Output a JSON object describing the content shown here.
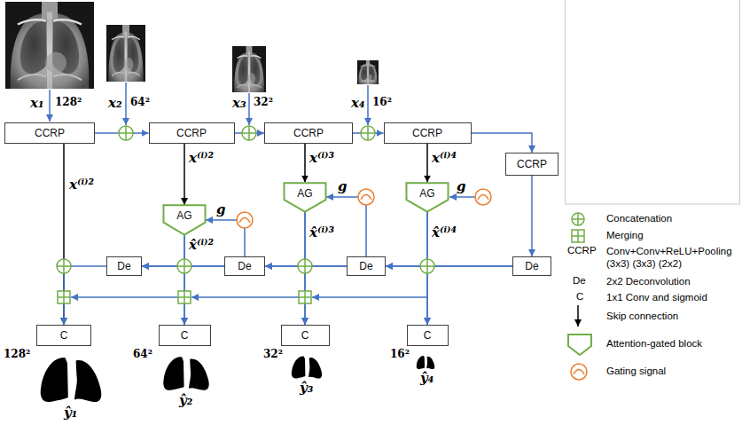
{
  "diagram": {
    "nodes": [
      {
        "text": [
          "CCRP"
        ]
      },
      {
        "text": [
          "CCRP"
        ]
      },
      {
        "text": [
          "CCRP"
        ]
      },
      {
        "text": [
          "CCRP"
        ]
      },
      {
        "text": [
          "CCRP"
        ]
      },
      {
        "text": [
          "AG"
        ]
      },
      {
        "text": [
          "AG"
        ]
      },
      {
        "text": [
          "AG"
        ]
      },
      {
        "text": [
          "De"
        ]
      },
      {
        "text": [
          "De"
        ]
      },
      {
        "text": [
          "De"
        ]
      },
      {
        "text": [
          "De"
        ]
      },
      {
        "text": [
          "C"
        ]
      },
      {
        "text": [
          "C"
        ]
      },
      {
        "text": [
          "C"
        ]
      },
      {
        "text": [
          "C"
        ]
      }
    ],
    "edges": [
      {
        "from": 0,
        "to": 1,
        "arrow": "to"
      },
      {
        "from": 1,
        "to": 2,
        "arrow": "to"
      },
      {
        "from": 2,
        "to": 3,
        "arrow": "to"
      },
      {
        "from": 3,
        "to": 4,
        "arrow": "to"
      },
      {
        "from": 4,
        "to": 11,
        "arrow": "to"
      },
      {
        "from": 0,
        "to": 12,
        "arrow": "to"
      },
      {
        "from": 1,
        "to": 5,
        "arrow": "to"
      },
      {
        "from": 2,
        "to": 6,
        "arrow": "to"
      },
      {
        "from": 3,
        "to": 7,
        "arrow": "to"
      },
      {
        "from": 11,
        "to": 10,
        "arrow": "to"
      },
      {
        "from": 7,
        "to": 10,
        "arrow": "to"
      },
      {
        "from": 7,
        "to": 15,
        "arrow": "to"
      },
      {
        "from": 11,
        "to": 15,
        "arrow": "to"
      },
      {
        "from": 10,
        "to": 6,
        "arrow": "to"
      },
      {
        "from": 10,
        "to": 9,
        "arrow": "to"
      },
      {
        "from": 6,
        "to": 9,
        "arrow": "to"
      },
      {
        "from": 6,
        "to": 14,
        "arrow": "to"
      },
      {
        "from": 10,
        "to": 14,
        "arrow": "to"
      },
      {
        "from": 9,
        "to": 5,
        "arrow": "to"
      },
      {
        "from": 9,
        "to": 8,
        "arrow": "to"
      },
      {
        "from": 5,
        "to": 8,
        "arrow": "to"
      },
      {
        "from": 5,
        "to": 13,
        "arrow": "to"
      },
      {
        "from": 9,
        "to": 13,
        "arrow": "to"
      },
      {
        "from": 8,
        "to": 12,
        "arrow": "to"
      }
    ],
    "labels": [
      "x₁",
      "128²",
      "x₂",
      "64²",
      "x₃",
      "32²",
      "x₄",
      "16²",
      "x⁽ⁱ⁾²",
      "x⁽ⁱ⁾²",
      "x⁽ⁱ⁾³",
      "x⁽ⁱ⁾⁴",
      "g",
      "g",
      "g",
      "x̂⁽ⁱ⁾²",
      "x̂⁽ⁱ⁾³",
      "x̂⁽ⁱ⁾⁴",
      "128²",
      "64²",
      "32²",
      "16²",
      "ŷ₁",
      "ŷ₂",
      "ŷ₃",
      "ŷ₄",
      "CCRP",
      "De",
      "C"
    ],
    "legend": [
      {
        "text": "Concatenation"
      },
      {
        "text": "Merging"
      },
      {
        "text": "Conv+Conv+ReLU+Pooling (3x3) (3x3) (2x2)"
      },
      {
        "text": "2x2 Deconvolution"
      },
      {
        "text": "1x1 Conv and sigmoid"
      },
      {
        "text": "Skip connection"
      },
      {
        "text": "Attention-gated block"
      },
      {
        "text": "Gating signal"
      }
    ]
  }
}
